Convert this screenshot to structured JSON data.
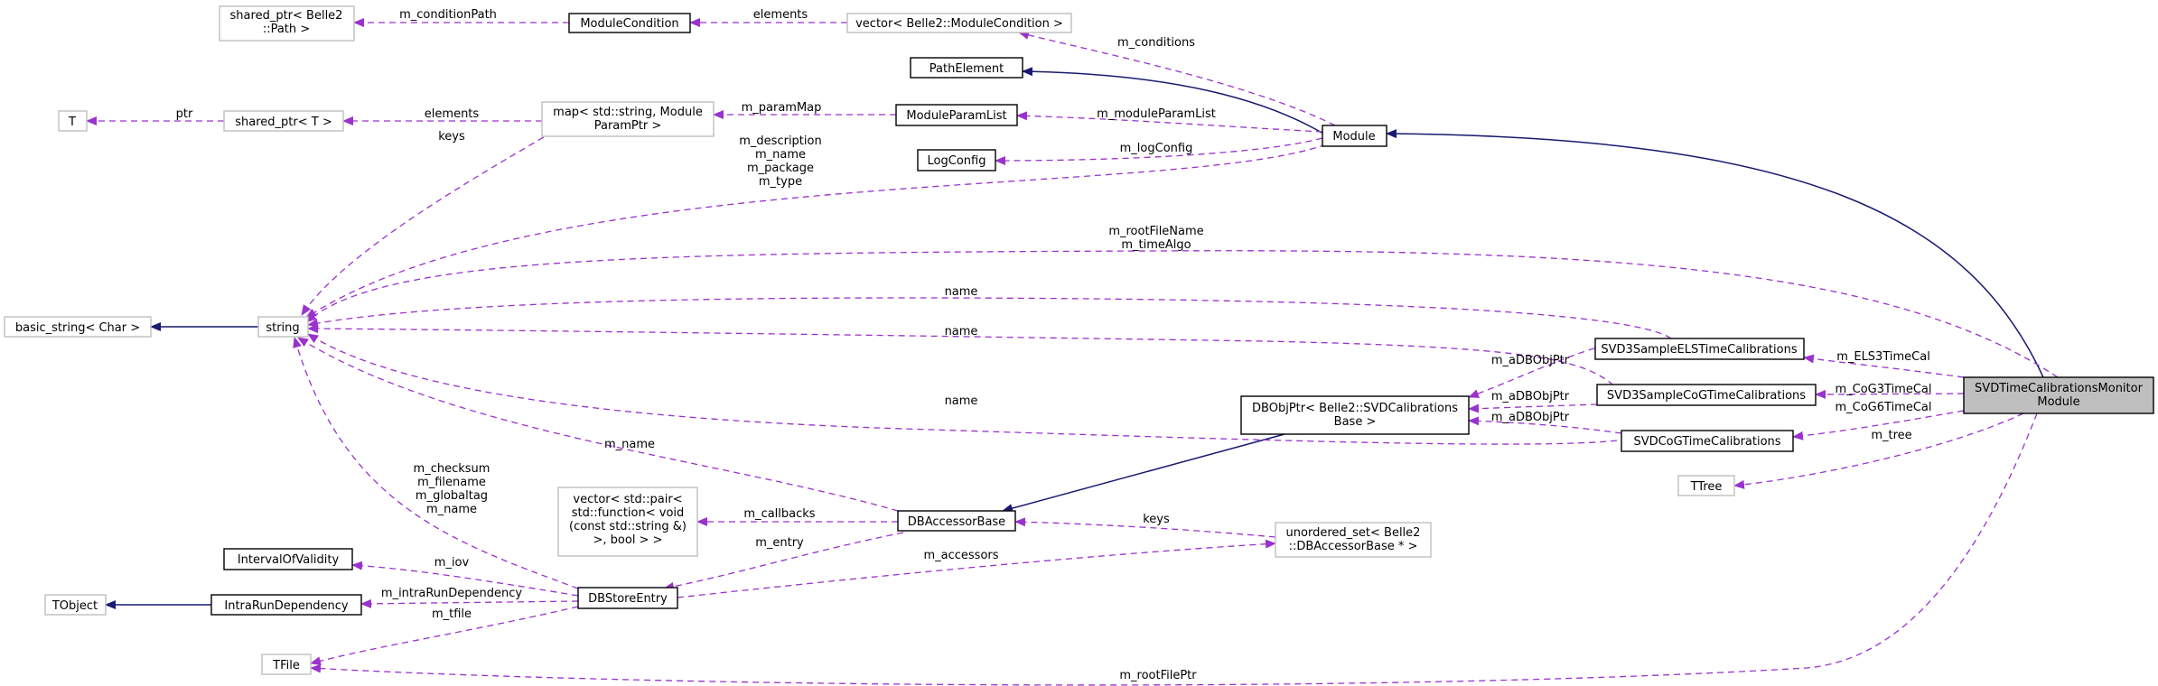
{
  "nodes": {
    "shared_path": [
      "shared_ptr< Belle2",
      "::Path >"
    ],
    "module_condition": [
      "ModuleCondition"
    ],
    "vec_module_condition": [
      "vector< Belle2::ModuleCondition >"
    ],
    "path_element": [
      "PathElement"
    ],
    "module_param_list": [
      "ModuleParamList"
    ],
    "log_config": [
      "LogConfig"
    ],
    "module": [
      "Module"
    ],
    "t_node": [
      "T"
    ],
    "shared_t": [
      "shared_ptr< T >"
    ],
    "map_node": [
      "map< std::string, Module",
      "ParamPtr >"
    ],
    "basic_string": [
      "basic_string< Char >"
    ],
    "string_node": [
      "string"
    ],
    "els3": [
      "SVD3SampleELSTimeCalibrations"
    ],
    "cog3": [
      "SVD3SampleCoGTimeCalibrations"
    ],
    "dbobjptr": [
      "DBObjPtr< Belle2::SVDCalibrations",
      "Base >"
    ],
    "cog6": [
      "SVDCoGTimeCalibrations"
    ],
    "ttree": [
      "TTree"
    ],
    "main_module": [
      "SVDTimeCalibrationsMonitor",
      "Module"
    ],
    "vec_pair": [
      "vector< std::pair<",
      "std::function< void",
      "(const std::string &)",
      ">, bool > >"
    ],
    "db_accessor_base": [
      "DBAccessorBase"
    ],
    "unordered_set": [
      "unordered_set< Belle2",
      "::DBAccessorBase * >"
    ],
    "interval": [
      "IntervalOfValidity"
    ],
    "intra_run": [
      "IntraRunDependency"
    ],
    "tobject": [
      "TObject"
    ],
    "db_store_entry": [
      "DBStoreEntry"
    ],
    "tfile": [
      "TFile"
    ]
  },
  "edges": {
    "m_conditionPath": [
      "m_conditionPath"
    ],
    "elements_mc": [
      "elements"
    ],
    "m_conditions": [
      "m_conditions"
    ],
    "ptr": [
      "ptr"
    ],
    "elements_map": [
      "elements"
    ],
    "m_paramMap": [
      "m_paramMap"
    ],
    "m_moduleParamList": [
      "m_moduleParamList"
    ],
    "keys_map": [
      "keys"
    ],
    "m_logConfig": [
      "m_logConfig"
    ],
    "module_strings": [
      "m_description",
      "m_name",
      "m_package",
      "m_type"
    ],
    "root_strings": [
      "m_rootFileName",
      "m_timeAlgo"
    ],
    "name1": [
      "name"
    ],
    "name2": [
      "name"
    ],
    "name3": [
      "name"
    ],
    "m_ELS3TimeCal": [
      "m_ELS3TimeCal"
    ],
    "m_CoG3TimeCal": [
      "m_CoG3TimeCal"
    ],
    "m_CoG6TimeCal": [
      "m_CoG6TimeCal"
    ],
    "m_aDBObjPtr1": [
      "m_aDBObjPtr"
    ],
    "m_aDBObjPtr2": [
      "m_aDBObjPtr"
    ],
    "m_aDBObjPtr3": [
      "m_aDBObjPtr"
    ],
    "m_tree": [
      "m_tree"
    ],
    "m_name_dba": [
      "m_name"
    ],
    "dbstore_strings": [
      "m_checksum",
      "m_filename",
      "m_globaltag",
      "m_name"
    ],
    "m_callbacks": [
      "m_callbacks"
    ],
    "keys_uset": [
      "keys"
    ],
    "m_entry": [
      "m_entry"
    ],
    "m_accessors": [
      "m_accessors"
    ],
    "m_iov": [
      "m_iov"
    ],
    "m_intraRunDependency": [
      "m_intraRunDependency"
    ],
    "m_tfile": [
      "m_tfile"
    ],
    "m_rootFilePtr": [
      "m_rootFilePtr"
    ]
  },
  "colors": {
    "usage_edge": "#9a32cd",
    "inheritance_edge": "#191970",
    "documented_border": "#000000",
    "external_border": "#bfbfbf",
    "focus_fill": "#bfbfbf"
  }
}
